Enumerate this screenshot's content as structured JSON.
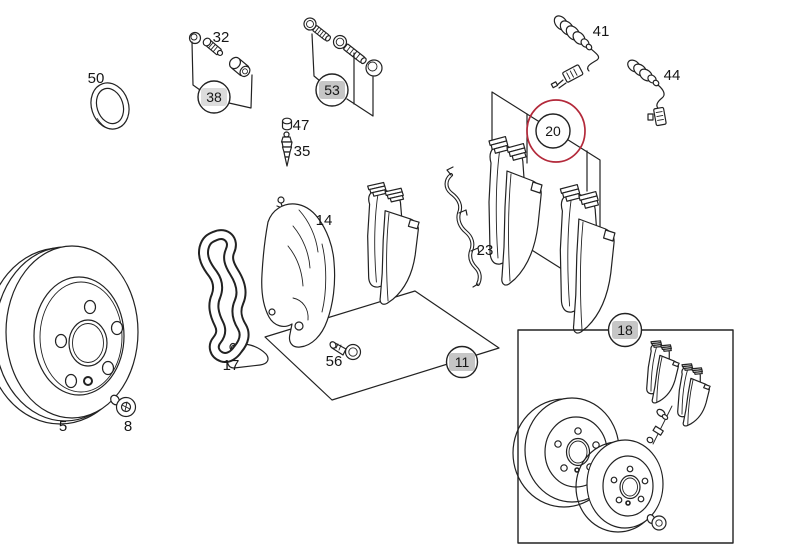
{
  "diagram": {
    "labels": {
      "p5": "5",
      "p8": "8",
      "p11": "11",
      "p14": "14",
      "p17": "17",
      "p18": "18",
      "p20": "20",
      "p23": "23",
      "p32": "32",
      "p35": "35",
      "p38": "38",
      "p41": "41",
      "p44": "44",
      "p47": "47",
      "p50": "50",
      "p53": "53",
      "p56": "56"
    },
    "callouts": {
      "highlighted_part": "20",
      "circled_parts": [
        "11",
        "18",
        "20",
        "38",
        "53"
      ],
      "boxed_insert_part": "18"
    },
    "colors": {
      "background": "#ffffff",
      "line": "#222222",
      "highlight_ring": "#b3293a",
      "callout_badge": "#c6c6c6",
      "callout_badge_light": "#dcdcdc"
    }
  }
}
